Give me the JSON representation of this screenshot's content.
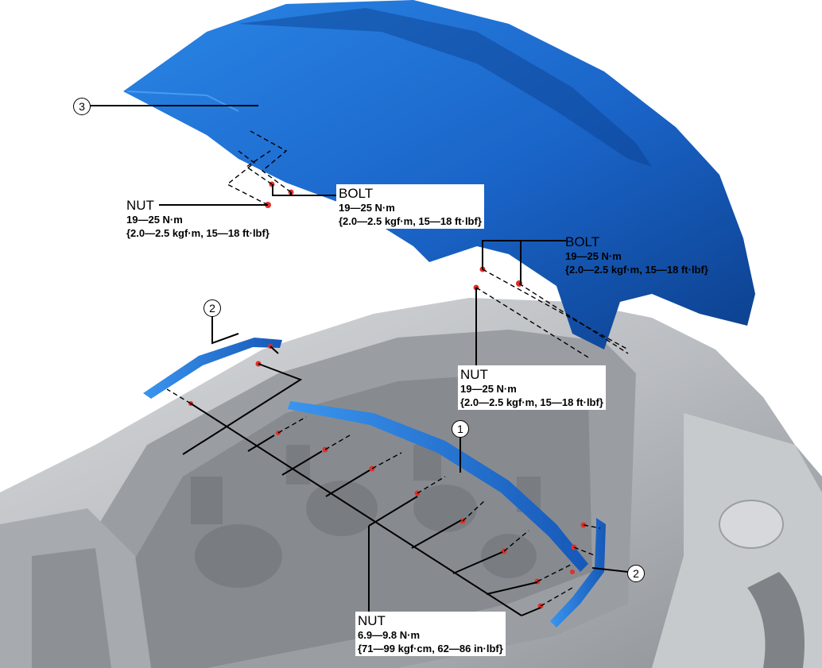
{
  "colors": {
    "part_blue": "#1f6fd1",
    "body_gray": "#bfc2c6",
    "fastener_red": "#e0302a"
  },
  "callouts": {
    "c1": "1",
    "c2a": "2",
    "c2b": "2",
    "c3": "3"
  },
  "labels": {
    "nut_left": {
      "name": "NUT",
      "torque": "19—25 N·m",
      "alt": "{2.0—2.5 kgf·m, 15—18 ft·lbf}"
    },
    "bolt_left": {
      "name": "BOLT",
      "torque": "19—25 N·m",
      "alt": "{2.0—2.5 kgf·m, 15—18 ft·lbf}"
    },
    "bolt_right": {
      "name": "BOLT",
      "torque": "19—25 N·m",
      "alt": "{2.0—2.5 kgf·m, 15—18 ft·lbf}"
    },
    "nut_right": {
      "name": "NUT",
      "torque": "19—25 N·m",
      "alt": "{2.0—2.5 kgf·m, 15—18 ft·lbf}"
    },
    "nut_bottom": {
      "name": "NUT",
      "torque": "6.9—9.8 N·m",
      "alt": "{71—99 kgf·cm, 62—86 in·lbf}"
    }
  }
}
